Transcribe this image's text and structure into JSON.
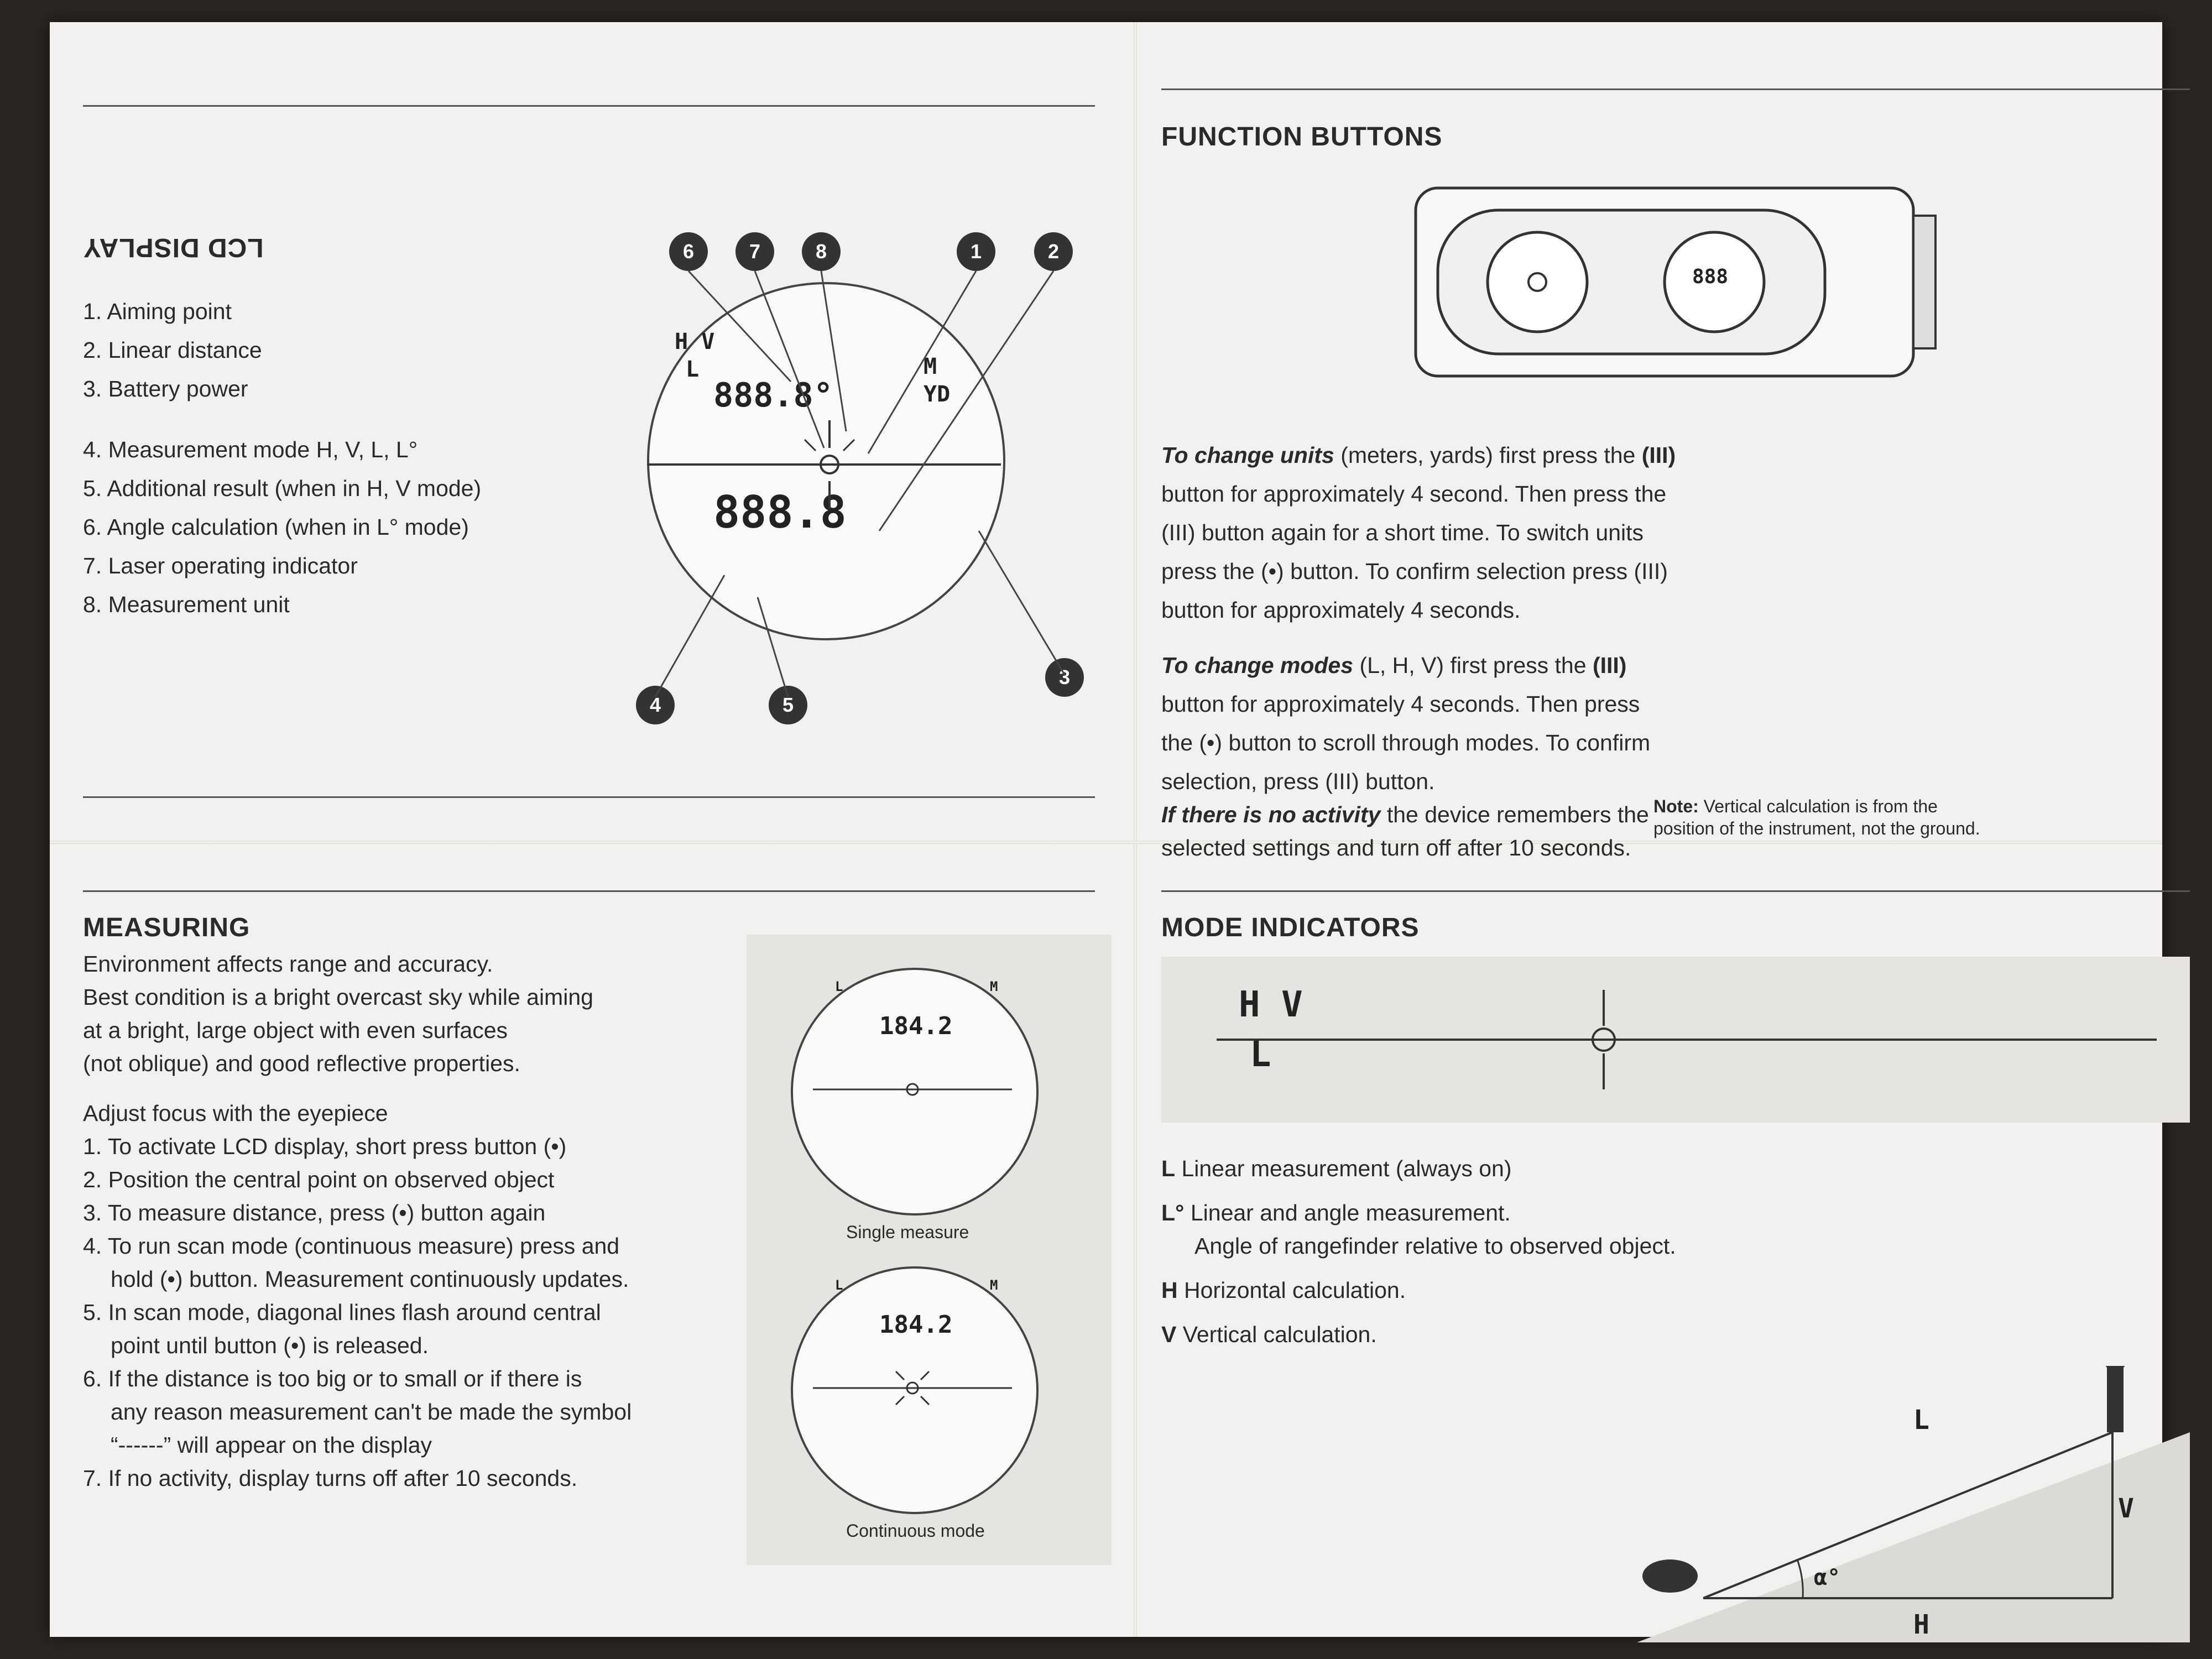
{
  "lcd_display": {
    "title": "LCD DISPLAY",
    "items": [
      "1. Aiming point",
      "2. Linear distance",
      "3. Battery power",
      "4. Measurement mode H, V, L, L°",
      "5. Additional result (when in H, V mode)",
      "6. Angle calculation (when in L° mode)",
      "7. Laser operating indicator",
      "8. Measurement unit"
    ],
    "diagram": {
      "mode_top": "H V",
      "mode_bottom": "L",
      "angle_readout": "888.8°",
      "distance_readout": "888.8",
      "unit_top": "M",
      "unit_bottom": "YD",
      "callouts": [
        "1",
        "2",
        "3",
        "4",
        "5",
        "6",
        "7",
        "8"
      ]
    }
  },
  "measuring": {
    "title": "MEASURING",
    "intro": [
      "Environment affects range and accuracy.",
      "Best condition is a bright overcast sky while aiming",
      "at a bright, large object with even surfaces",
      "(not oblique) and good reflective properties."
    ],
    "steps": [
      "Adjust focus with the eyepiece",
      "1. To activate LCD display, short press button (•)",
      "2. Position the central point on observed object",
      "3. To measure distance, press (•) button again",
      "4. To run scan mode (continuous measure) press and",
      "hold (•) button. Measurement continuously updates.",
      "5. In scan mode, diagonal lines flash around central",
      "point until button (•) is released.",
      "6. If the distance is too big or to small or if there is",
      "any reason measurement can't be made the symbol",
      "“------” will appear on the display",
      "7. If no activity, display turns off after 10 seconds."
    ],
    "single_label": "Single measure",
    "continuous_label": "Continuous mode",
    "readout": "184.2",
    "reading_unit": "M",
    "mode_letter": "L"
  },
  "function_buttons": {
    "title": "FUNCTION BUTTONS",
    "units_para": [
      [
        "To change units",
        " (meters, yards) first press the ",
        "(III)"
      ],
      "button for approximately 4 second. Then press the",
      "(III) button again for a short time. To switch units",
      "press the (•) button. To confirm selection press (III)",
      "button for approximately 4 seconds."
    ],
    "units_lines": {
      "l1a": "To change units",
      "l1b": " (meters, yards) first press the ",
      "l1c": "(III)",
      "l2": "button for approximately 4 second. Then press the",
      "l3": "(III) button again for a short time. To switch units",
      "l4": "press the (•) button. To confirm selection press (III)",
      "l5": "button for approximately 4 seconds."
    },
    "modes_lines": {
      "l1a": "To change modes",
      "l1b": " (L, H, V) first press the ",
      "l1c": "(III)",
      "l2": "button for approximately 4 seconds. Then press",
      "l3": "the (•) button to scroll through modes. To confirm",
      "l4": "selection, press (III) button."
    },
    "inactivity_lines": {
      "l1a": "If there is no activity",
      "l1b": " the device remembers the",
      "l2": "selected settings and turn off after 10 seconds."
    },
    "note_lines": {
      "l1a": "Note:",
      "l1b": " Vertical calculation is from the",
      "l2": "position of the instrument, not the ground."
    },
    "device_display": "888"
  },
  "mode_indicators": {
    "title": "MODE INDICATORS",
    "indicator_top": "H V",
    "indicator_bottom": "L",
    "legend": {
      "L": "Linear measurement (always on)",
      "Ld_key": "L°",
      "Ld1": "Linear and angle measurement.",
      "Ld2": "Angle of rangefinder relative to observed object.",
      "H": "Horizontal calculation.",
      "V": "Vertical calculation."
    },
    "figure_labels": {
      "L": "L",
      "V": "V",
      "H": "H",
      "angle": "α°"
    }
  },
  "colors": {
    "paper": "#f2f1ef",
    "shade": "#e6e4e1",
    "ink": "#2a2a2a",
    "badge": "#333333"
  }
}
